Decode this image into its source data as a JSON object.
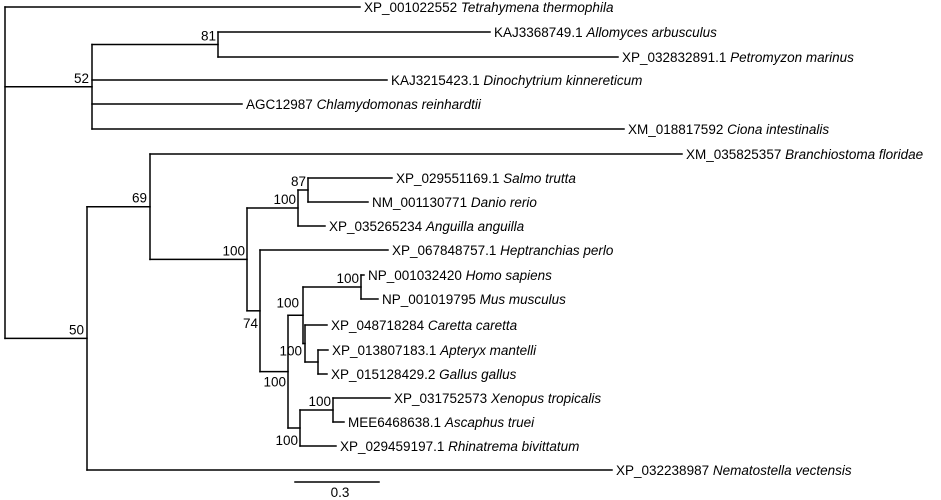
{
  "taxa": [
    {
      "id": "tetrahymena",
      "accession": "XP_001022552",
      "species": "Tetrahymena thermophila"
    },
    {
      "id": "allomyces",
      "accession": "KAJ3368749.1",
      "species": "Allomyces arbusculus"
    },
    {
      "id": "petromyzon",
      "accession": "XP_032832891.1",
      "species": "Petromyzon marinus"
    },
    {
      "id": "dinochytrium",
      "accession": "KAJ3215423.1",
      "species": "Dinochytrium kinnereticum"
    },
    {
      "id": "chlamydomonas",
      "accession": "AGC12987",
      "species": "Chlamydomonas reinhardtii"
    },
    {
      "id": "ciona",
      "accession": "XM_018817592",
      "species": "Ciona intestinalis"
    },
    {
      "id": "branchiostoma",
      "accession": "XM_035825357",
      "species": "Branchiostoma floridae"
    },
    {
      "id": "salmo",
      "accession": "XP_029551169.1",
      "species": "Salmo trutta"
    },
    {
      "id": "danio",
      "accession": "NM_001130771",
      "species": "Danio rerio"
    },
    {
      "id": "anguilla",
      "accession": "XP_035265234",
      "species": "Anguilla anguilla"
    },
    {
      "id": "heptranchias",
      "accession": "XP_067848757.1",
      "species": "Heptranchias perlo"
    },
    {
      "id": "homo",
      "accession": "NP_001032420",
      "species": "Homo sapiens"
    },
    {
      "id": "mus",
      "accession": "NP_001019795",
      "species": "Mus musculus"
    },
    {
      "id": "caretta",
      "accession": "XP_048718284",
      "species": "Caretta caretta"
    },
    {
      "id": "apteryx",
      "accession": "XP_013807183.1",
      "species": "Apteryx mantelli"
    },
    {
      "id": "gallus",
      "accession": "XP_015128429.2",
      "species": "Gallus gallus"
    },
    {
      "id": "xenopus",
      "accession": "XP_031752573",
      "species": "Xenopus tropicalis"
    },
    {
      "id": "ascaphus",
      "accession": "MEE6468638.1",
      "species": "Ascaphus truei"
    },
    {
      "id": "rhinatrema",
      "accession": "XP_029459197.1",
      "species": "Rhinatrema bivittatum"
    },
    {
      "id": "nematostella",
      "accession": "XP_032238987",
      "species": "Nematostella vectensis"
    }
  ],
  "support_values": [
    {
      "id": "n81",
      "value": "81"
    },
    {
      "id": "n52",
      "value": "52"
    },
    {
      "id": "n50",
      "value": "50"
    },
    {
      "id": "n69",
      "value": "69"
    },
    {
      "id": "n100a",
      "value": "100"
    },
    {
      "id": "n100b",
      "value": "100"
    },
    {
      "id": "n87",
      "value": "87"
    },
    {
      "id": "n74",
      "value": "74"
    },
    {
      "id": "n100c",
      "value": "100"
    },
    {
      "id": "n100d",
      "value": "100"
    },
    {
      "id": "n100e",
      "value": "100"
    },
    {
      "id": "n100f",
      "value": "100"
    },
    {
      "id": "n100g",
      "value": "100"
    },
    {
      "id": "n100h",
      "value": "100"
    }
  ],
  "scale_bar": {
    "label": "0.3",
    "length": 0.3
  }
}
